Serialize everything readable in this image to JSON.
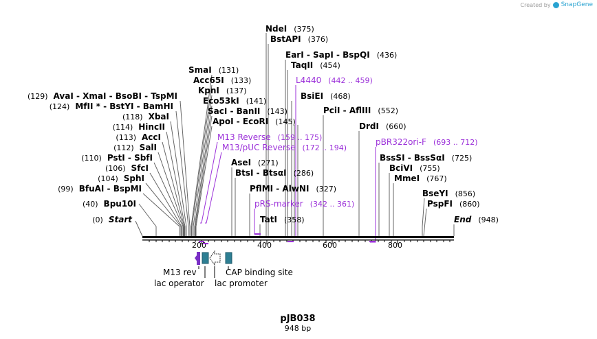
{
  "watermark": {
    "prefix": "Created by",
    "brand": "SnapGene",
    "icon": "snapgene-logo-icon"
  },
  "plasmid": {
    "name": "pJB038",
    "length_label": "948 bp",
    "length": 948
  },
  "ruler": {
    "ticks": [
      "200",
      "400",
      "600",
      "800"
    ]
  },
  "sites": [
    {
      "name": "NdeI",
      "pos": "(375)",
      "bp": 375
    },
    {
      "name": "BstAPI",
      "pos": "(376)",
      "bp": 376
    },
    {
      "name": "EarI  -  SapI  -  BspQI",
      "pos": "(436)",
      "bp": 436
    },
    {
      "name": "TaqII",
      "pos": "(454)",
      "bp": 454
    },
    {
      "name": "BsiEI",
      "pos": "(468)",
      "bp": 468
    },
    {
      "name": "PciI  -  AflIII",
      "pos": "(552)",
      "bp": 552
    },
    {
      "name": "DrdI",
      "pos": "(660)",
      "bp": 660
    },
    {
      "name": "SmaI",
      "pos": "(131)",
      "bp": 131
    },
    {
      "name": "Acc65I",
      "pos": "(133)",
      "bp": 133
    },
    {
      "name": "KpnI",
      "pos": "(137)",
      "bp": 137
    },
    {
      "name": "Eco53kI",
      "pos": "(141)",
      "bp": 141
    },
    {
      "name": "SacI  -  BanII",
      "pos": "(143)",
      "bp": 143
    },
    {
      "name": "ApoI  -  EcoRI",
      "pos": "(145)",
      "bp": 145
    },
    {
      "name": "AvaI  -  XmaI  -  BsoBI  -  TspMI",
      "pos": "(129)",
      "bp": 129
    },
    {
      "name": "MfII * -  BstYI  -  BamHI",
      "pos": "(124)",
      "bp": 124
    },
    {
      "name": "XbaI",
      "pos": "(118)",
      "bp": 118
    },
    {
      "name": "HincII",
      "pos": "(114)",
      "bp": 114
    },
    {
      "name": "AccI",
      "pos": "(113)",
      "bp": 113
    },
    {
      "name": "SalI",
      "pos": "(112)",
      "bp": 112
    },
    {
      "name": "PstI  -  SbfI",
      "pos": "(110)",
      "bp": 110
    },
    {
      "name": "SfcI",
      "pos": "(106)",
      "bp": 106
    },
    {
      "name": "SphI",
      "pos": "(104)",
      "bp": 104
    },
    {
      "name": "BfuAI  -  BspMI",
      "pos": "(99)",
      "bp": 99
    },
    {
      "name": "Bpu10I",
      "pos": "(40)",
      "bp": 40
    },
    {
      "name": "Start",
      "pos": "(0)",
      "bp": 0
    },
    {
      "name": "AseI",
      "pos": "(271)",
      "bp": 271
    },
    {
      "name": "BtsI  -  BtsαI",
      "pos": "(286)",
      "bp": 286
    },
    {
      "name": "PflMI  -  AlwNI",
      "pos": "(327)",
      "bp": 327
    },
    {
      "name": "TatI",
      "pos": "(358)",
      "bp": 358
    },
    {
      "name": "BssSI  -  BssSαI",
      "pos": "(725)",
      "bp": 725
    },
    {
      "name": "BciVI",
      "pos": "(755)",
      "bp": 755
    },
    {
      "name": "MmeI",
      "pos": "(767)",
      "bp": 767
    },
    {
      "name": "BseYI",
      "pos": "(856)",
      "bp": 856
    },
    {
      "name": "PspFI",
      "pos": "(860)",
      "bp": 860
    },
    {
      "name": "End",
      "pos": "(948)",
      "bp": 948
    }
  ],
  "primers": [
    {
      "name": "L4440",
      "range": "(442 .. 459)"
    },
    {
      "name": "M13 Reverse",
      "range": "(159 .. 175)"
    },
    {
      "name": "M13/pUC Reverse",
      "range": "(172 .. 194)"
    },
    {
      "name": "pBR322ori-F",
      "range": "(693 .. 712)"
    },
    {
      "name": "pRS-marker",
      "range": "(342 .. 361)"
    }
  ],
  "features": [
    {
      "name": "M13 rev",
      "icon": "primer-arrow"
    },
    {
      "name": "lac operator",
      "icon": "box"
    },
    {
      "name": "lac promoter",
      "icon": "promoter-arrow"
    },
    {
      "name": "CAP binding site",
      "icon": "box"
    }
  ],
  "colors": {
    "primer": "#9b30d9",
    "feature_box": "#2e7f93",
    "backbone": "#000000"
  }
}
